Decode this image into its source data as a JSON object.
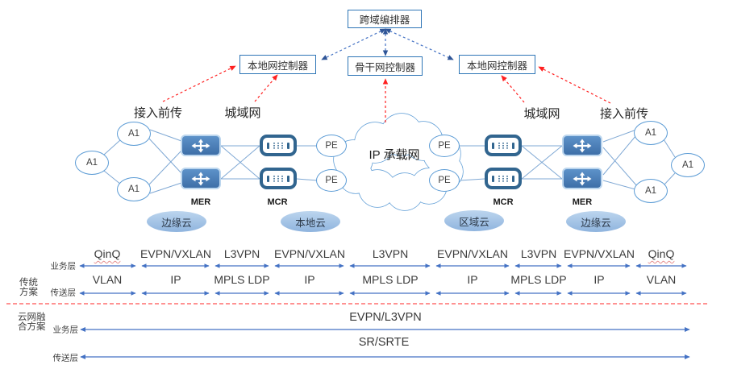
{
  "diagram": {
    "orchestrator": "跨域编排器",
    "local_controller_left": "本地网控制器",
    "backbone_controller": "骨干网控制器",
    "local_controller_right": "本地网控制器",
    "access_fronthaul_left": "接入前传",
    "metro_left": "城域网",
    "metro_right": "城域网",
    "access_fronthaul_right": "接入前传",
    "a1_node": "A1",
    "pe_node": "PE",
    "mer_left": "MER",
    "mcr_left": "MCR",
    "mcr_right": "MCR",
    "mer_right": "MER",
    "core_network": "IP 承载网",
    "cloud_edge_left": "边缘云",
    "cloud_local": "本地云",
    "cloud_regional": "区域云",
    "cloud_edge_right": "边缘云"
  },
  "traditional": {
    "name_line1": "传统",
    "name_line2": "方案",
    "service_layer_label": "业务层",
    "transport_layer_label": "传送层",
    "service_segments": [
      "QinQ",
      "EVPN/VXLAN",
      "L3VPN",
      "EVPN/VXLAN",
      "L3VPN",
      "EVPN/VXLAN",
      "L3VPN",
      "EVPN/VXLAN",
      "QinQ"
    ],
    "transport_segments": [
      "VLAN",
      "IP",
      "MPLS LDP",
      "IP",
      "MPLS LDP",
      "IP",
      "MPLS LDP",
      "IP",
      "VLAN"
    ]
  },
  "converged": {
    "name_line1": "云网融",
    "name_line2": "合方案",
    "service_layer_label": "业务层",
    "transport_layer_label": "传送层",
    "service_value": "EVPN/L3VPN",
    "transport_value": "SR/SRTE"
  },
  "colors": {
    "box_border": "#2E75B6",
    "topology_line": "#7FA8D4",
    "node_border": "#5B9BD5",
    "arrow_blue": "#4472C4",
    "arrow_dark_blue": "#2F5597",
    "arrow_red": "#FF2020",
    "device_fill": "#4B7DB8",
    "mcr_border": "#31658F",
    "cloud_label_fill": "#A9C7E9",
    "separator_red": "#FF5050"
  }
}
